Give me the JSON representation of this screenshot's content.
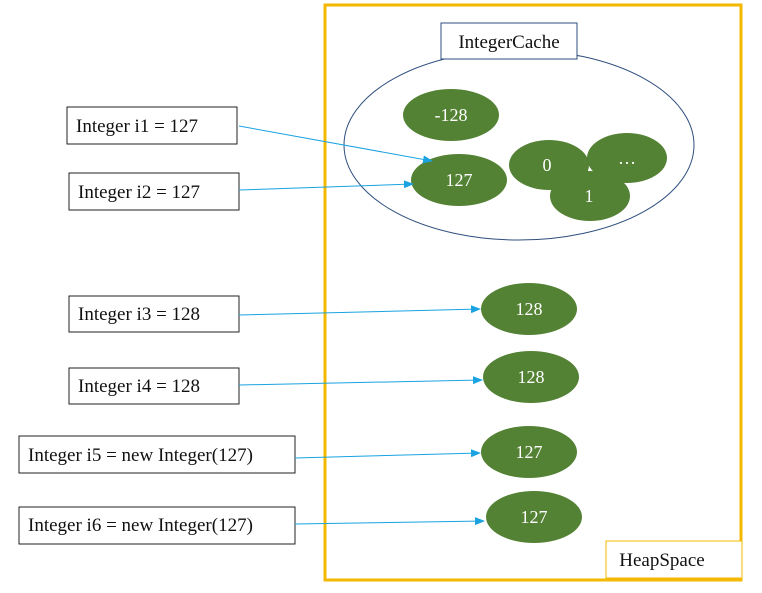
{
  "colors": {
    "heap_border": "#f5b800",
    "node_fill": "#548235",
    "node_text": "#ffffff",
    "arrow": "#1aa3e0",
    "cache_ellipse": "#2f4f7f",
    "box_border": "#222222"
  },
  "heap": {
    "label": "HeapSpace"
  },
  "cache": {
    "label": "IntegerCache",
    "nodes": [
      "-128",
      "0",
      "…",
      "1",
      "127"
    ]
  },
  "variables": [
    {
      "text": "Integer i1 = 127"
    },
    {
      "text": "Integer i2 = 127"
    },
    {
      "text": "Integer i3 = 128"
    },
    {
      "text": "Integer i4 = 128"
    },
    {
      "text": "Integer i5 = new Integer(127)"
    },
    {
      "text": "Integer i6 = new Integer(127)"
    }
  ],
  "heap_objects": [
    "128",
    "128",
    "127",
    "127"
  ]
}
